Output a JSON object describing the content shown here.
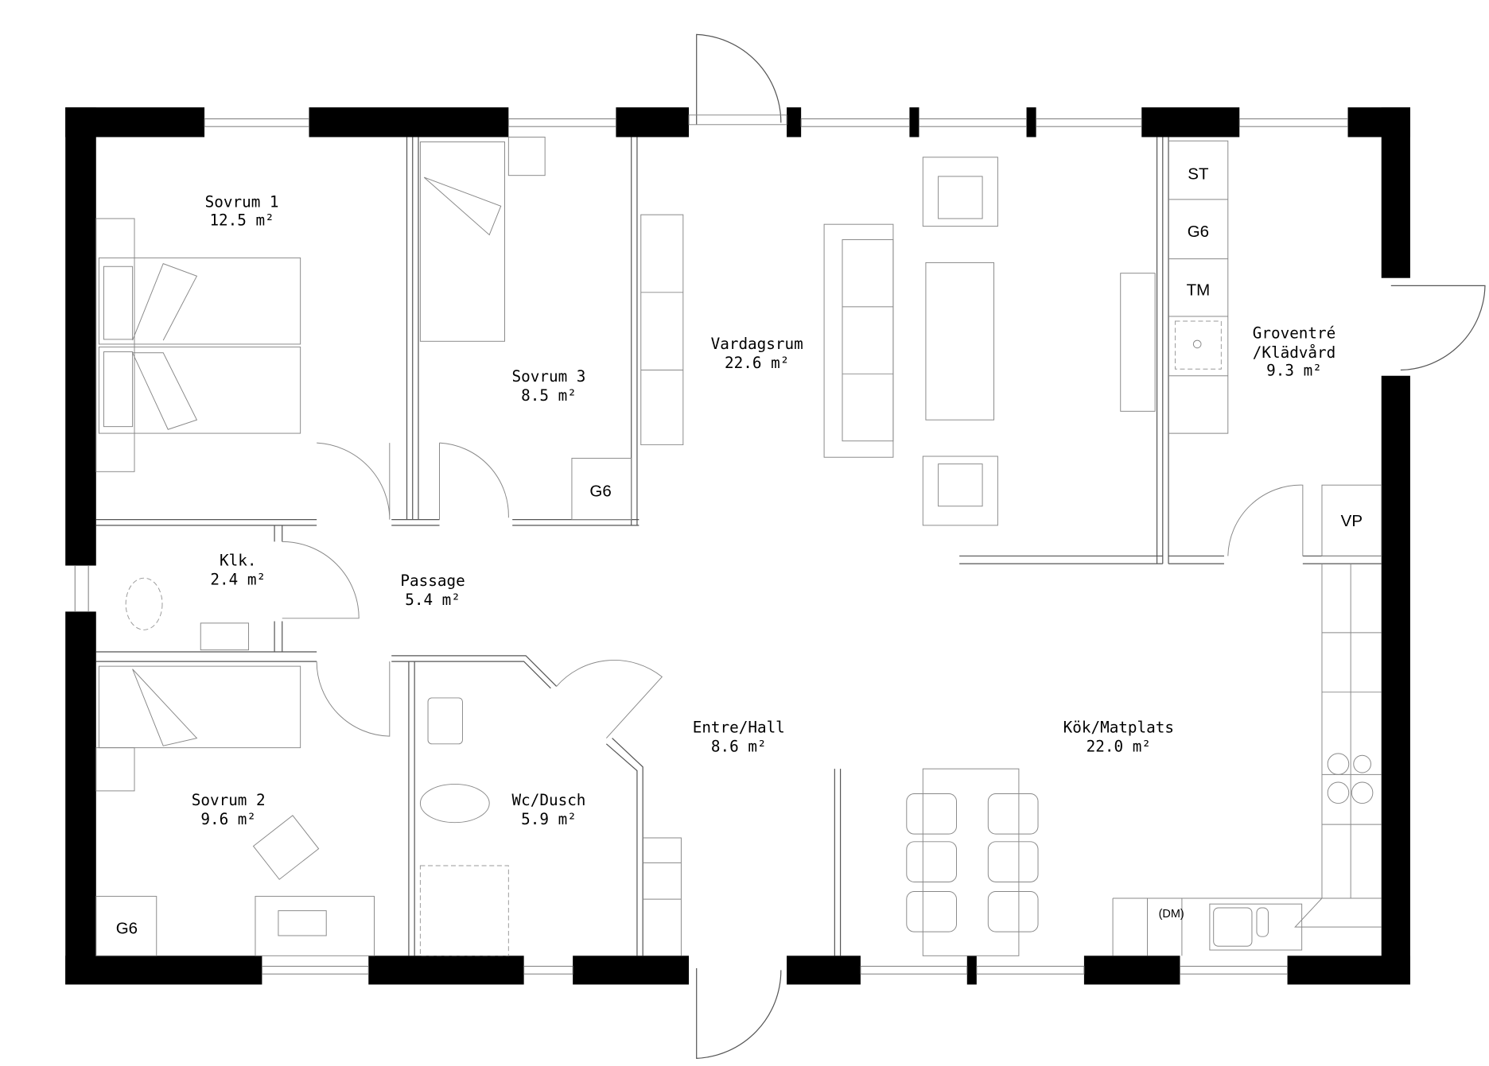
{
  "rooms": {
    "sovrum1": {
      "name": "Sovrum 1",
      "area": "12.5 m²"
    },
    "sovrum3": {
      "name": "Sovrum 3",
      "area": "8.5 m²"
    },
    "vardagsrum": {
      "name": "Vardagsrum",
      "area": "22.6 m²"
    },
    "groventre": {
      "name": "Groventré",
      "name2": "/Klädvård",
      "area": "9.3 m²"
    },
    "klk": {
      "name": "Klk.",
      "area": "2.4 m²"
    },
    "passage": {
      "name": "Passage",
      "area": "5.4 m²"
    },
    "entre": {
      "name": "Entre/Hall",
      "area": "8.6 m²"
    },
    "kok": {
      "name": "Kök/Matplats",
      "area": "22.0 m²"
    },
    "sovrum2": {
      "name": "Sovrum 2",
      "area": "9.6 m²"
    },
    "wc": {
      "name": "Wc/Dusch",
      "area": "5.9 m²"
    }
  },
  "appliances": {
    "st": "ST",
    "g6_groventre": "G6",
    "tm": "TM",
    "vp": "VP",
    "g6_sovrum3": "G6",
    "g6_sovrum2": "G6",
    "dm": "(DM)"
  },
  "colors": {
    "walls": "#000000",
    "lines": "#555555",
    "background": "#ffffff"
  }
}
